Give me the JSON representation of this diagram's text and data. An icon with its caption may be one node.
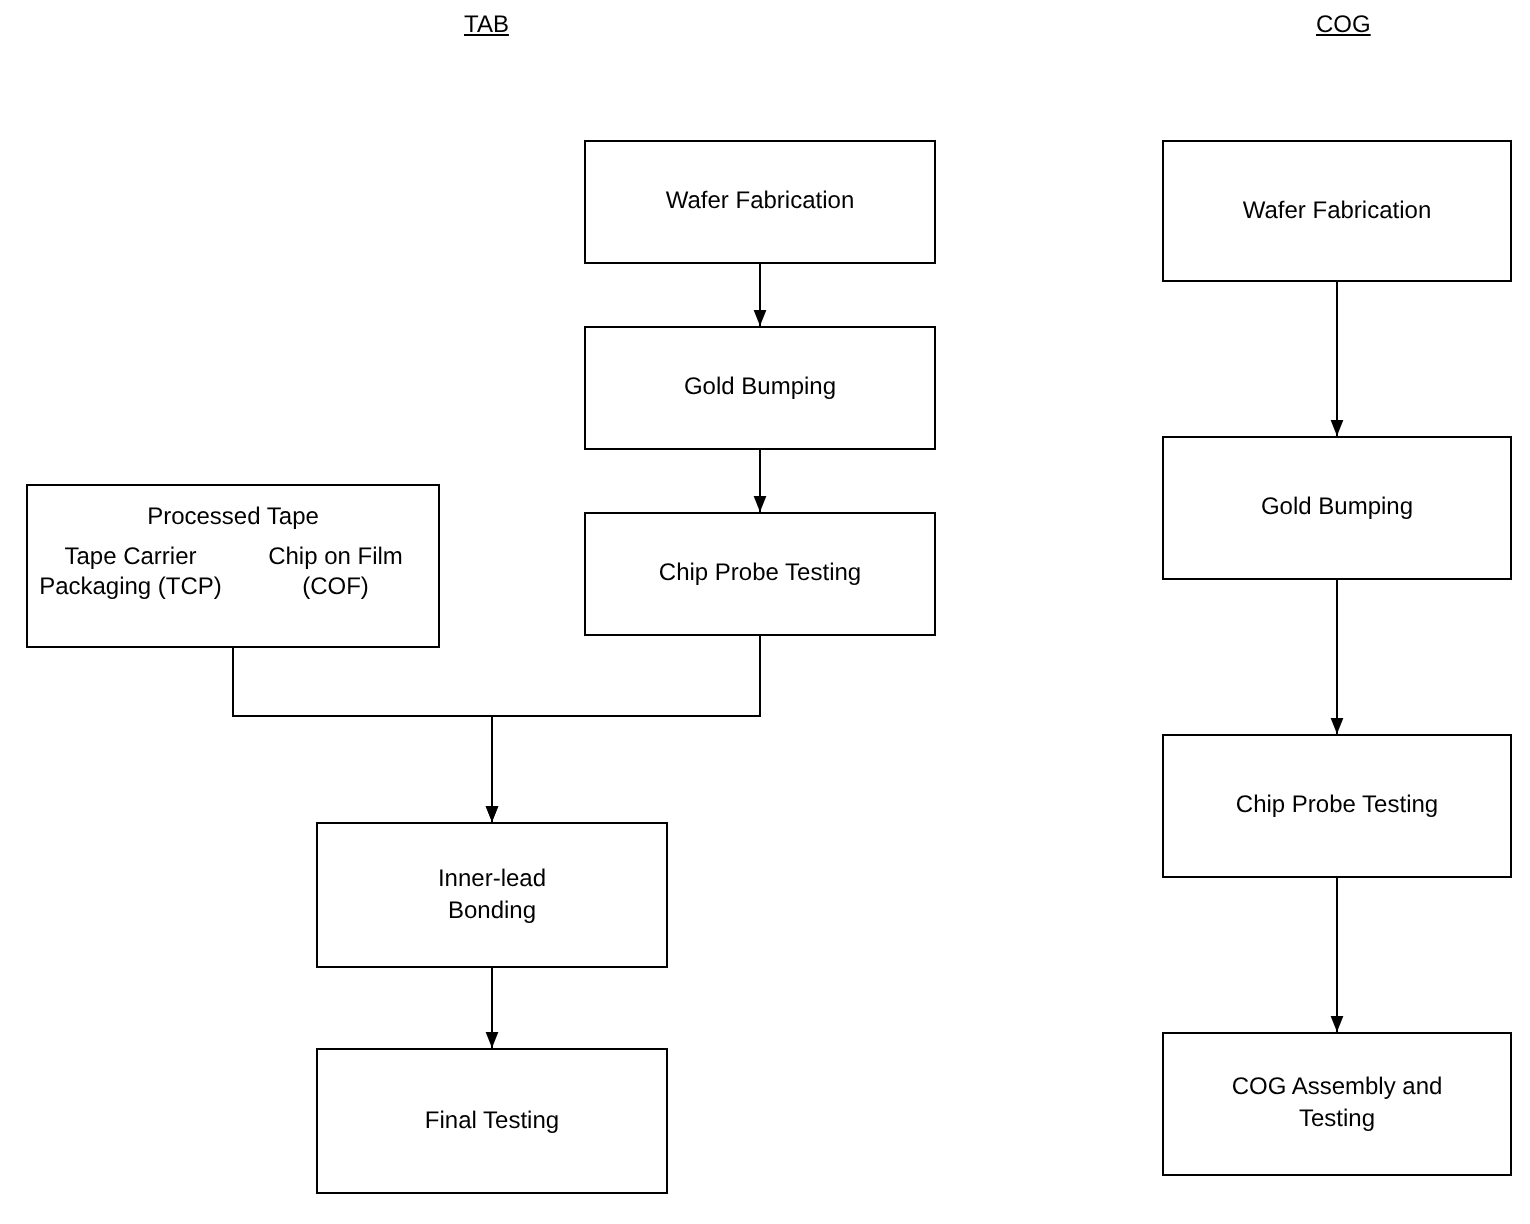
{
  "diagram": {
    "nodes": [
      {
        "text": [
          "Wafer Fabrication"
        ]
      },
      {
        "text": [
          "Gold Bumping"
        ]
      },
      {
        "text": [
          "Processed Tape",
          "Tape Carrier Packaging (TCP)",
          "Chip on Film (COF)"
        ]
      },
      {
        "text": [
          "Chip Probe Testing"
        ]
      },
      {
        "text": [
          "Inner-lead Bonding"
        ]
      },
      {
        "text": [
          "Final Testing"
        ]
      },
      {
        "text": [
          "Wafer Fabrication"
        ]
      },
      {
        "text": [
          "Gold Bumping"
        ]
      },
      {
        "text": [
          "Chip Probe Testing"
        ]
      },
      {
        "text": [
          "COG Assembly and Testing"
        ]
      }
    ],
    "edges": [
      {
        "from": 0,
        "to": 1,
        "arrow": "to"
      },
      {
        "from": 1,
        "to": 3,
        "arrow": "to"
      },
      {
        "from": 2,
        "to": 4,
        "arrow": "to"
      },
      {
        "from": 3,
        "to": 4,
        "arrow": "to"
      },
      {
        "from": 4,
        "to": 5,
        "arrow": "to"
      },
      {
        "from": 6,
        "to": 7,
        "arrow": "to"
      },
      {
        "from": 7,
        "to": 8,
        "arrow": "to"
      },
      {
        "from": 8,
        "to": 9,
        "arrow": "to"
      }
    ],
    "labels": [
      "TAB",
      "COG"
    ]
  }
}
